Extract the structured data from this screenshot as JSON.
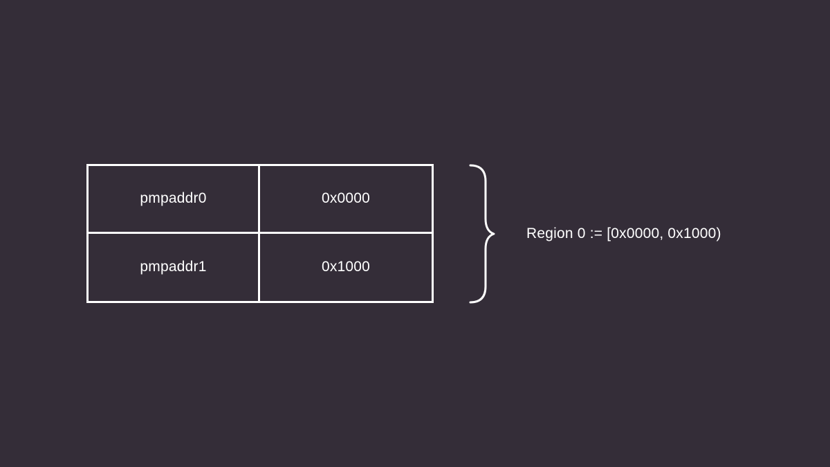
{
  "colors": {
    "background": "#342d38",
    "foreground": "#ffffff"
  },
  "table": {
    "rows": [
      {
        "register": "pmpaddr0",
        "value": "0x0000"
      },
      {
        "register": "pmpaddr1",
        "value": "0x1000"
      }
    ]
  },
  "brace_icon": "right-curly-brace",
  "region_label": "Region 0 := [0x0000, 0x1000)"
}
